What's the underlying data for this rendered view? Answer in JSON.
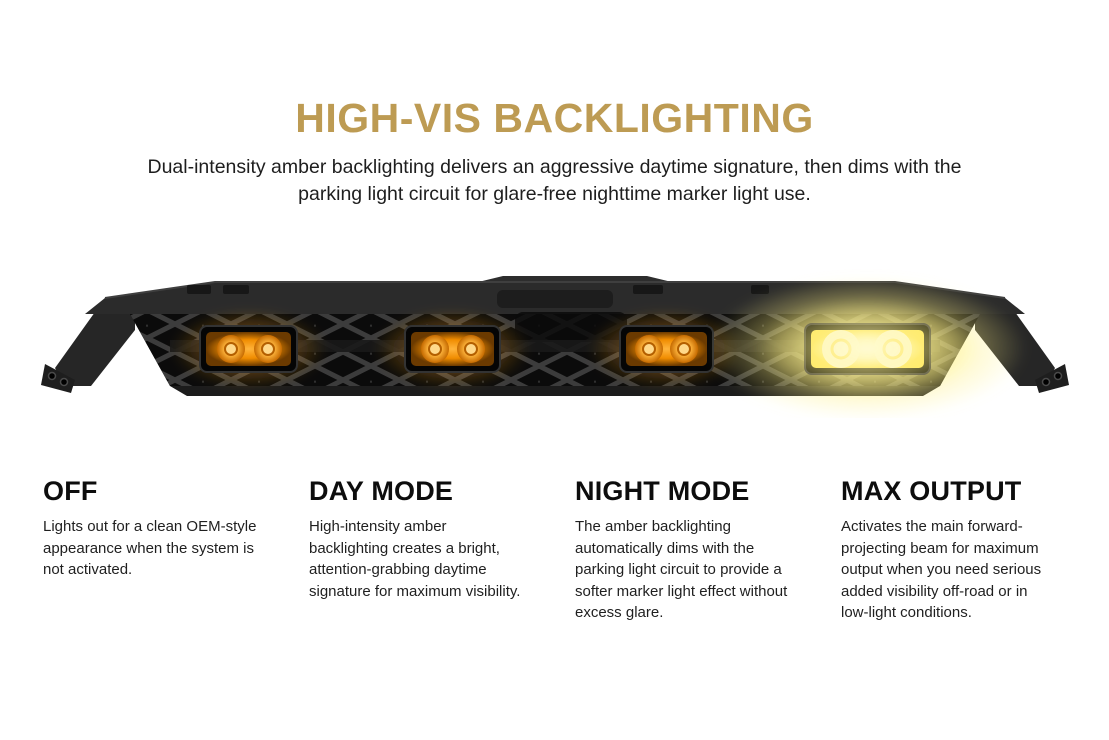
{
  "hero": {
    "title": "HIGH-VIS BACKLIGHTING",
    "subtitle": "Dual-intensity amber backlighting delivers an aggressive daytime signature, then dims with the parking light circuit for glare-free nighttime marker light use."
  },
  "colors": {
    "title_gold": "#bd9b53",
    "amber_light": "#f08c00",
    "max_output_white": "#fff9c4",
    "grille_dark": "#141414"
  },
  "grille": {
    "alt": "Front grille with four backlit light pods: three amber, one at max output white"
  },
  "features": [
    {
      "heading": "OFF",
      "body": "Lights out for a clean OEM-style appearance when the system is not activated."
    },
    {
      "heading": "DAY MODE",
      "body": "High-intensity amber backlighting creates a bright, attention-grabbing daytime signature for maximum visibility."
    },
    {
      "heading": "NIGHT MODE",
      "body": "The amber backlighting automatically dims with the parking light circuit to provide a softer marker light effect without excess glare."
    },
    {
      "heading": "MAX OUTPUT",
      "body": "Activates the main forward-projecting beam for maximum output when you need serious added visibility off-road or in low-light conditions."
    }
  ]
}
